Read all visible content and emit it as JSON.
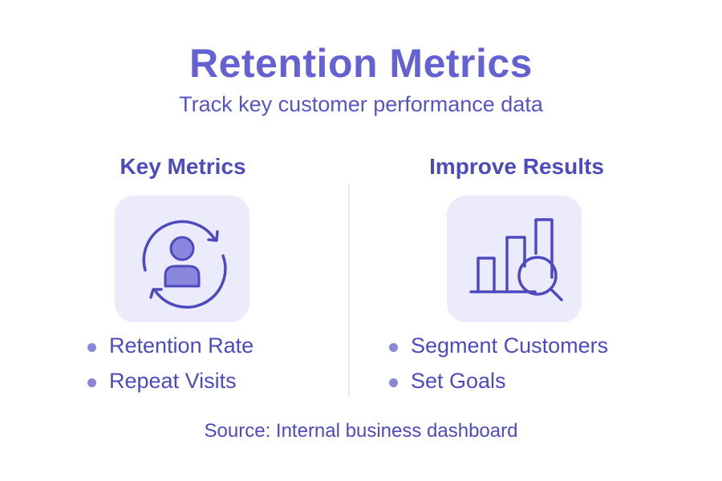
{
  "header": {
    "title": "Retention Metrics",
    "subtitle": "Track key customer performance data"
  },
  "columns": [
    {
      "heading": "Key Metrics",
      "icon": "user-refresh-icon",
      "items": [
        "Retention Rate",
        "Repeat Visits"
      ]
    },
    {
      "heading": "Improve Results",
      "icon": "bar-chart-search-icon",
      "items": [
        "Segment Customers",
        "Set Goals"
      ]
    }
  ],
  "footer": {
    "source": "Source: Internal business dashboard"
  },
  "colors": {
    "title": "#6461d4",
    "text": "#4d4ac0",
    "tile_bg": "#ecebfb",
    "bullet": "#8886dd",
    "icon_stroke": "#4d4ac0",
    "icon_fill": "#8886dd"
  }
}
